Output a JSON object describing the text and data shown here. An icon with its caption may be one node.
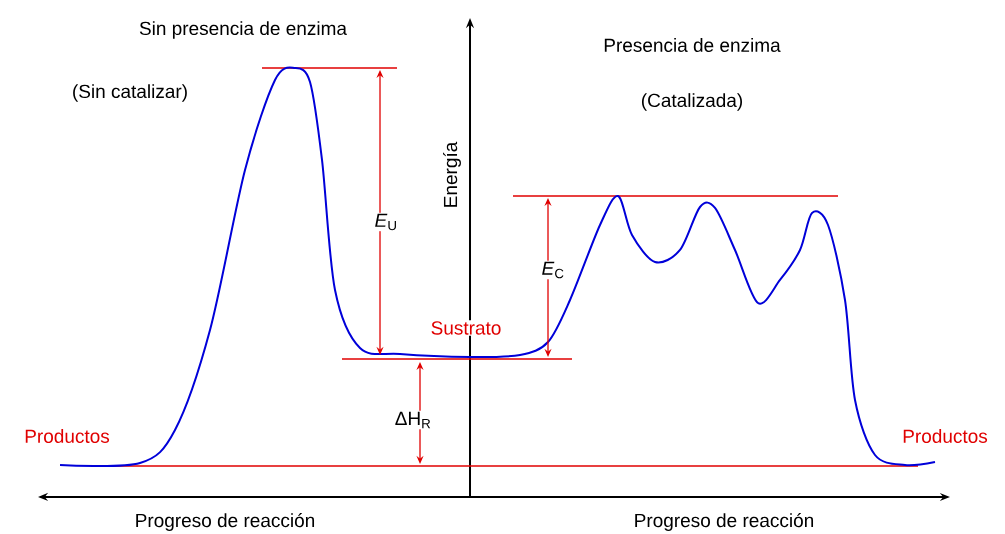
{
  "diagram": {
    "labels": [
      "Sin presencia de enzima",
      "(Sin catalizar)",
      "Presencia de enzima",
      "(Catalizada)",
      "Energía",
      "*E*$_{U}$",
      "*E*$_{C}$",
      "Sustrato",
      "ΔH$_{R}$",
      "Productos",
      "Productos",
      "Progreso de reacción",
      "Progreso de reacción"
    ]
  }
}
